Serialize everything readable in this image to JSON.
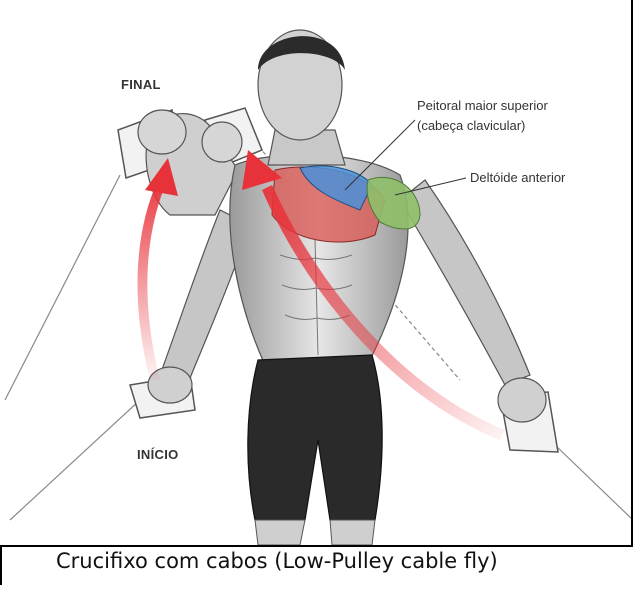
{
  "labels": {
    "final": "FINAL",
    "inicio": "INÍCIO",
    "pectoral_line1": "Peitoral maior superior",
    "pectoral_line2": "(cabeça clavicular)",
    "deltoid": "Deltóide anterior"
  },
  "caption": "Crucifixo com cabos (Low-Pulley cable fly)",
  "colors": {
    "arrow": "#e8323a",
    "pectoral_muscle": "#d9534f",
    "clavicular_head": "#4a90d9",
    "deltoid": "#8fbf6a",
    "skin": "#d8d8d8",
    "shorts": "#2a2a2a"
  }
}
